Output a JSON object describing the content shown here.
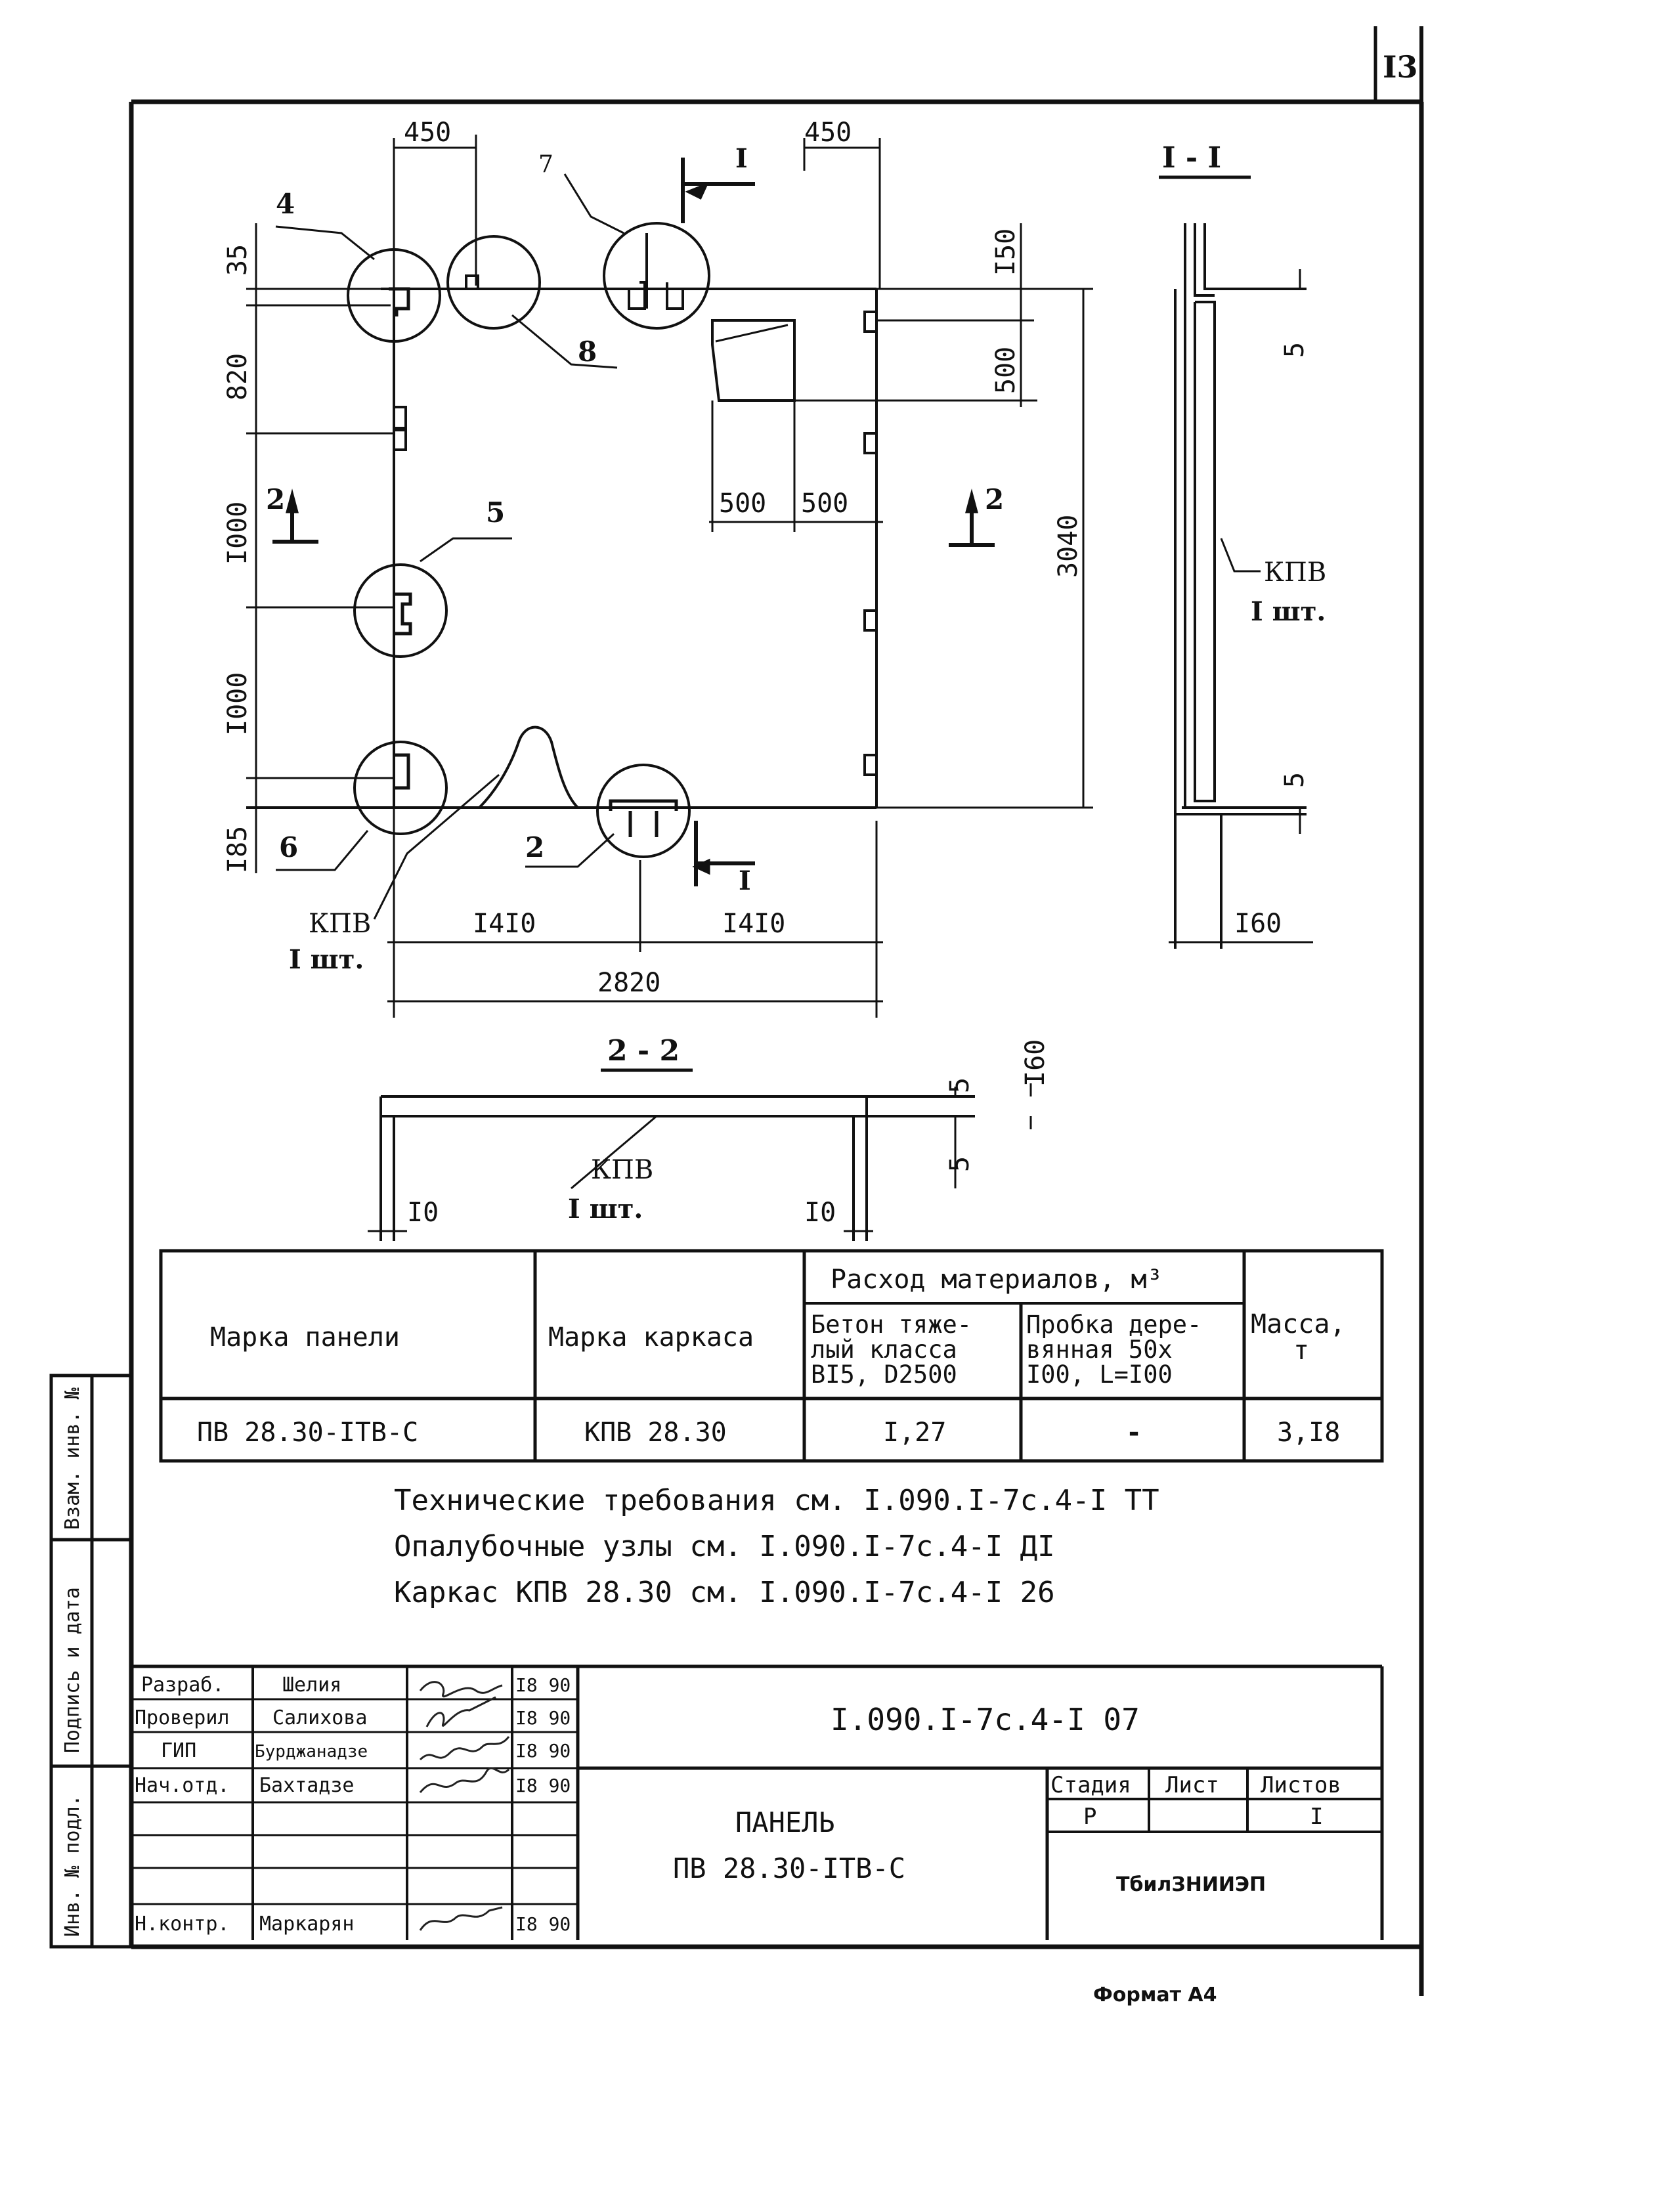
{
  "sheet_number": "I3",
  "drawing": {
    "dim_top_left": "450",
    "dim_top_right": "450",
    "dim_150": "I50",
    "dim_500_v": "500",
    "dim_500_h1": "500",
    "dim_500_h2": "500",
    "dim_3040": "3040",
    "dim_35": "35",
    "dim_820": "820",
    "dim_1000_a": "I000",
    "dim_1000_b": "I000",
    "dim_185": "I85",
    "dim_1410_a": "I4I0",
    "dim_1410_b": "I4I0",
    "dim_2820": "2820",
    "callout_4": "4",
    "callout_8": "8",
    "callout_5": "5",
    "callout_6": "6",
    "callout_2": "2",
    "callout_7": "7",
    "section_mark_I_top": "I",
    "section_mark_I_bottom": "I",
    "section_mark_2_left": "2",
    "section_mark_2_right": "2",
    "kpv_main": "КПВ",
    "kpv_main_qty": "I шт.",
    "section_1_title": "I - I",
    "section_1_dim_5a": "5",
    "section_1_dim_5b": "5",
    "section_1_kpv": "КПВ",
    "section_1_kpv_qty": "I шт.",
    "section_1_dim_160": "I60",
    "section_2_title": "2 - 2",
    "section_2_dim_5a": "5",
    "section_2_dim_5b": "5",
    "section_2_dim_160": "I60",
    "section_2_kpv": "КПВ",
    "section_2_kpv_qty": "I шт.",
    "section_2_dim_10a": "I0",
    "section_2_dim_10b": "I0"
  },
  "spec_table": {
    "col_panel": "Марка панели",
    "col_frame": "Марка каркаса",
    "col_materials": "Расход материалов, м³",
    "col_concrete_l1": "Бетон тяже-",
    "col_concrete_l2": "лый класса",
    "col_concrete_l3": "BI5, D2500",
    "col_cork_l1": "Пробка дере-",
    "col_cork_l2": "вянная 50х",
    "col_cork_l3": "I00, L=I00",
    "col_mass_l1": "Масса,",
    "col_mass_l2": "т",
    "row_panel": "ПВ 28.30-ITB-C",
    "row_frame": "КПВ 28.30",
    "row_concrete": "I,27",
    "row_cork": "-",
    "row_mass": "3,I8"
  },
  "notes": [
    "Технические требования см. I.090.I-7с.4-I ТТ",
    "Опалубочные узлы см. I.090.I-7с.4-I ДI",
    "Каркас КПВ 28.30 см. I.090.I-7с.4-I 26"
  ],
  "side_stamp": {
    "box1": "Взам. инв. №",
    "box2": "Подпись и дата",
    "box3": "Инв. № подл."
  },
  "title_block": {
    "roles": [
      "Разраб.",
      "Проверил",
      "ГИП",
      "Нач.отд.",
      "",
      "",
      "",
      "Н.контр."
    ],
    "names": [
      "Шелия",
      "Салихова",
      "Бурджанадзе",
      "Бахтадзе",
      "",
      "",
      "",
      "Маркарян"
    ],
    "dates": [
      "I8 90",
      "I8 90",
      "I8 90",
      "I8 90",
      "",
      "",
      "",
      "I8 90"
    ],
    "doc_code": "I.090.I-7с.4-I 07",
    "title_l1": "ПАНЕЛЬ",
    "title_l2": "ПВ 28.30-ITB-C",
    "stage_label": "Стадия",
    "sheet_label": "Лист",
    "sheets_label": "Листов",
    "stage_value": "Р",
    "sheet_value": "",
    "sheets_value": "I",
    "org": "ТбилЗНИИЭП"
  },
  "format_label": "Формат А4"
}
